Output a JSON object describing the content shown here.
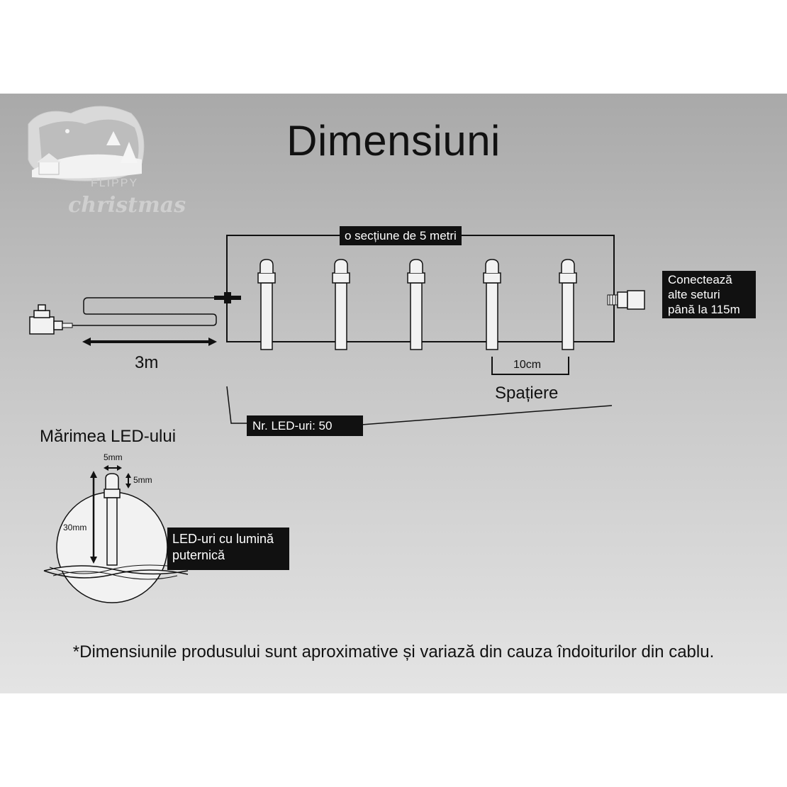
{
  "title": "Dimensiuni",
  "logo": {
    "line1": "FLIPPY",
    "line2": "christmas"
  },
  "section_label": "o secțiune de 5 metri",
  "connect_label": [
    "Conectează",
    "alte seturi",
    "până la 115m"
  ],
  "cable_length": "3m",
  "spacing_value": "10cm",
  "spacing_label": "Spațiere",
  "led_count_label": "Nr. LED-uri: 50",
  "led_size_title": "Mărimea LED-ului",
  "led_dims": {
    "width": "5mm",
    "head": "5mm",
    "height": "30mm"
  },
  "bright_label": [
    "LED-uri cu lumină",
    "puternică"
  ],
  "footnote": "*Dimensiunile produsului sunt aproximative și variază din cauza îndoiturilor din cablu."
}
